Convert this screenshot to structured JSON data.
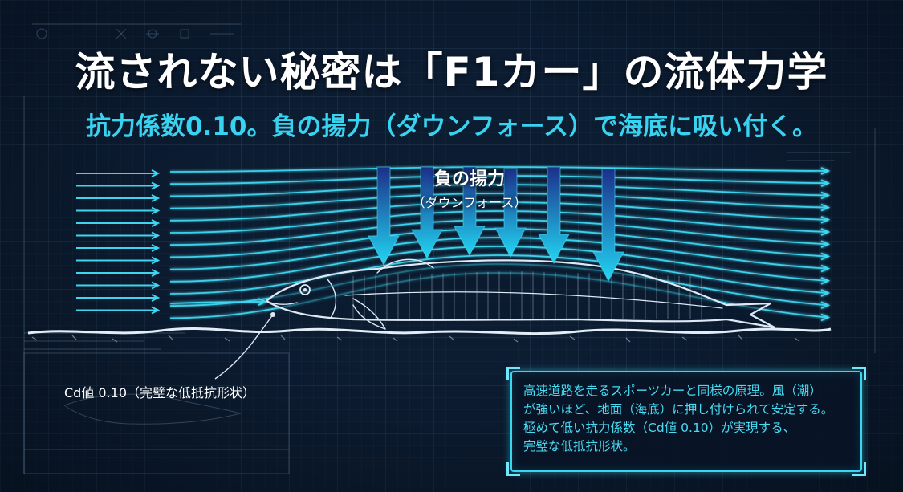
{
  "title": "流されない秘密は「F1カー」の流体力学",
  "subtitle": "抗力係数0.10。負の揚力（ダウンフォース）で海底に吸い付く。",
  "diagram": {
    "downforce_label": "負の揚力",
    "downforce_sublabel": "（ダウンフォース）",
    "cd_label": "Cd値 0.10（完璧な低抵抗形状）"
  },
  "info_box": {
    "lines": [
      "高速道路を走るスポーツカーと同様の原理。風（潮）",
      "が強いほど、地面（海底）に押し付けられて安定する。",
      "極めて低い抗力係数（Cd値 0.10）が実現する、",
      "完璧な低抵抗形状。"
    ]
  },
  "colors": {
    "flow": "#3fd5ee",
    "arrow_top": "#1b2f8a",
    "arrow_bottom": "#22d6f2",
    "text_accent": "#37d3f0",
    "fish_outline": "#dfe9f5"
  }
}
